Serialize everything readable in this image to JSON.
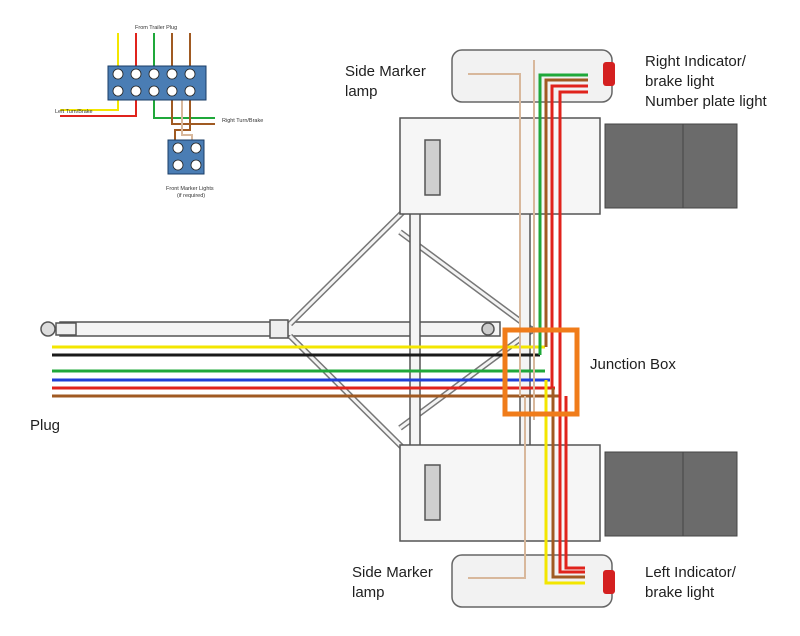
{
  "labels": {
    "side_marker_top": [
      "Side Marker",
      "lamp"
    ],
    "right_indicator": [
      "Right Indicator/",
      "brake light",
      "Number plate light"
    ],
    "junction_box": "Junction Box",
    "plug": "Plug",
    "side_marker_bottom": [
      "Side Marker",
      "lamp"
    ],
    "left_indicator": [
      "Left Indicator/",
      "brake light"
    ]
  },
  "inset": {
    "from_trailer_plug": "From Trailer Plug",
    "left_turn_brake": "Left Turn/Brake",
    "right_turn_brake": "Right Turn/Brake",
    "front_marker_lights": "Front Marker Lights",
    "if_required": "(if required)"
  },
  "wire_colors": {
    "yellow": "#f3e600",
    "black": "#1a1a1a",
    "green": "#1fa83a",
    "blue": "#1f3fd6",
    "red": "#e0231c",
    "brown": "#a05a22",
    "tan": "#d8b89c"
  },
  "accent": {
    "junction_box": "#f07c1a",
    "terminal_block": "#4a7db4",
    "lamp_red": "#d42020"
  }
}
